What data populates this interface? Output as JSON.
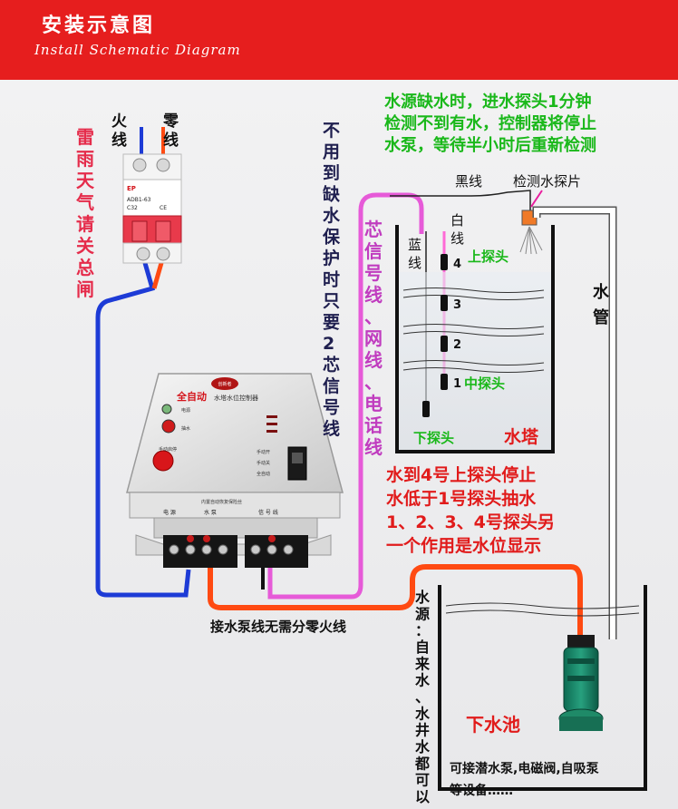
{
  "header": {
    "title": "安装示意图",
    "subtitle": "Install Schematic Diagram"
  },
  "labels": {
    "live_wire": "火线",
    "neutral_wire": "零线",
    "storm_note": "雷雨天气请关总闸",
    "no_shortage": "不用到缺水保护时只要2芯信号线",
    "signal_wire": "芯信号线、网线、电话线",
    "shortage_note_lines": [
      "水源缺水时，进水探头1分钟",
      "检测不到有水，控制器将停止",
      "水泵，等待半小时后重新检测"
    ],
    "black_wire": "黑线",
    "detect_plate": "检测水探片",
    "white_wire": "白线",
    "blue_wire": "蓝线",
    "upper_probe": "上探头",
    "mid_probe": "中探头",
    "lower_probe": "下探头",
    "probe_nums": [
      "4",
      "3",
      "2",
      "1"
    ],
    "water_tower": "水塔",
    "water_pipe": "水管",
    "stop_note_lines": [
      "水到4号上探头停止",
      "水低于1号探头抽水",
      "1、2、3、4号探头另",
      "一个作用是水位显示"
    ],
    "pump_wire_note": "接水泵线无需分零火线",
    "water_source": "水源：自来水、水井水都可以",
    "lower_pool": "下水池",
    "device_note_lines": [
      "可接潜水泵,电磁阀,自吸泵",
      "等设备……"
    ]
  },
  "breaker": {
    "brand": "EP",
    "model": "ADB1-63",
    "cert": "CE",
    "rating": "C32"
  },
  "controller": {
    "brand": "创新者",
    "title": "全自动",
    "title_rest": "水塔水位控制器",
    "lamp1": "电源",
    "lamp2": "抽水",
    "switch_labels": [
      "手动开",
      "手动关",
      "全自动"
    ],
    "button": "手动启停",
    "terminal_header": "内置自动恢复保险丝",
    "terminal_groups": [
      "电 源",
      "水 泵",
      "信 号 线"
    ]
  }
}
